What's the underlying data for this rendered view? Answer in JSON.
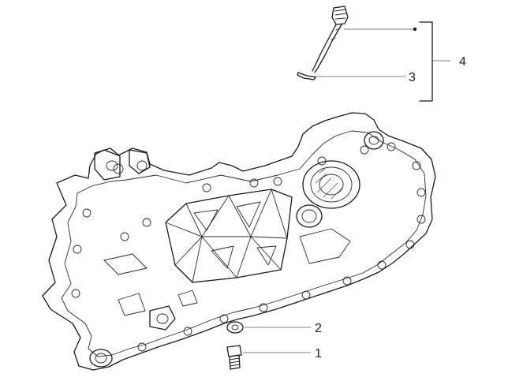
{
  "diagram": {
    "callouts": [
      {
        "id": "callout-4",
        "label": "4"
      },
      {
        "id": "callout-3",
        "label": "3"
      },
      {
        "id": "callout-2",
        "label": "2"
      },
      {
        "id": "callout-1",
        "label": "1"
      }
    ],
    "colors": {
      "ink": "#1a1a1a",
      "background": "#ffffff",
      "label": "#222222"
    }
  }
}
